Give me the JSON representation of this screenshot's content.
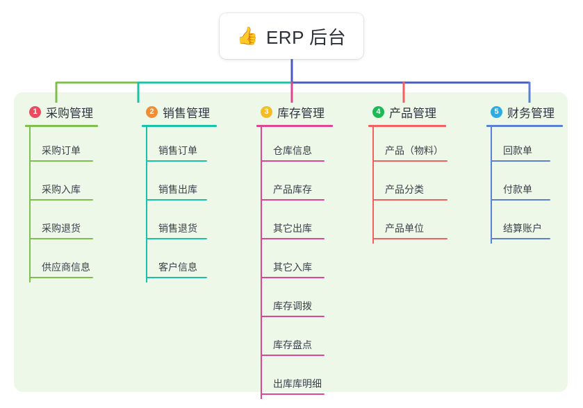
{
  "diagram": {
    "type": "mindmap",
    "root": {
      "icon": "thumbs-up-icon",
      "icon_glyph": "👍",
      "label": "ERP 后台"
    },
    "panel_background": "#eef8e8",
    "root_stem_color": "#4a5bc0",
    "bus_segments": [
      {
        "color": "#7fbf4d"
      },
      {
        "color": "#19c2a8"
      },
      {
        "color": "#4a5bc0"
      }
    ],
    "branches": [
      {
        "number": "1",
        "title": "采购管理",
        "badge_color": "#ea4b5f",
        "line_color": "#7fbf4d",
        "items": [
          {
            "label": "采购订单"
          },
          {
            "label": "采购入库"
          },
          {
            "label": "采购退货"
          },
          {
            "label": "供应商信息"
          }
        ]
      },
      {
        "number": "2",
        "title": "销售管理",
        "badge_color": "#f08c33",
        "line_color": "#19c2a8",
        "items": [
          {
            "label": "销售订单"
          },
          {
            "label": "销售出库"
          },
          {
            "label": "销售退货"
          },
          {
            "label": "客户信息"
          }
        ]
      },
      {
        "number": "3",
        "title": "库存管理",
        "badge_color": "#f5bc25",
        "line_color": "#e04592",
        "items": [
          {
            "label": "仓库信息"
          },
          {
            "label": "产品库存"
          },
          {
            "label": "其它出库"
          },
          {
            "label": "其它入库"
          },
          {
            "label": "库存调拨"
          },
          {
            "label": "库存盘点"
          },
          {
            "label": "出库库明细"
          }
        ]
      },
      {
        "number": "4",
        "title": "产品管理",
        "badge_color": "#1db954",
        "line_color": "#f4605f",
        "items": [
          {
            "label": "产品（物料）"
          },
          {
            "label": "产品分类"
          },
          {
            "label": "产品单位"
          }
        ]
      },
      {
        "number": "5",
        "title": "财务管理",
        "badge_color": "#2eacdf",
        "line_color": "#5b7fd4",
        "items": [
          {
            "label": "回款单"
          },
          {
            "label": "付款单"
          },
          {
            "label": "结算账户"
          }
        ]
      }
    ]
  }
}
